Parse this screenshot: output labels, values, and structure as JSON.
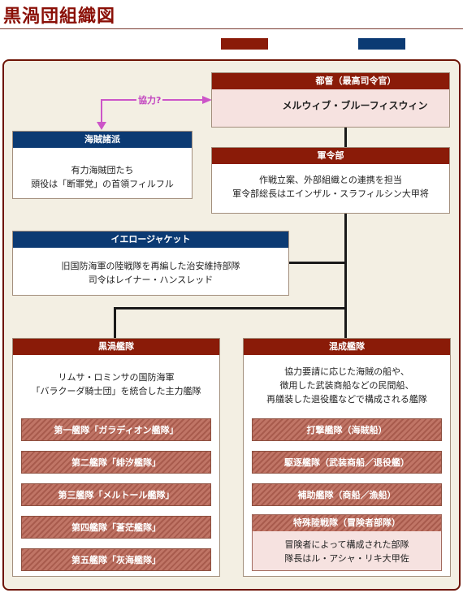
{
  "title": "黒渦団組織図",
  "legend": {
    "red_color": "#8a1b08",
    "blue_color": "#0b3a73"
  },
  "commander": {
    "title": "都督（最高司令官）",
    "name": "メルウィブ・ブルーフィスウィン",
    "portrait": "character-portrait"
  },
  "pirates": {
    "title": "海賊諸派",
    "lines": [
      "有力海賊団たち",
      "頭役は「断罪党」の首領フィルフル"
    ]
  },
  "cooperation_label": "協力?",
  "headquarters": {
    "title": "軍令部",
    "lines": [
      "作戦立案、外部組織との連携を担当",
      "軍令部総長はエインザル・スラフィルシン大甲将"
    ]
  },
  "yellow_jackets": {
    "title": "イエロージャケット",
    "lines": [
      "旧国防海軍の陸戦隊を再編した治安維持部隊",
      "司令はレイナー・ハンスレッド"
    ]
  },
  "black_fleet": {
    "title": "黒渦艦隊",
    "lines": [
      "リムサ・ロミンサの国防海軍",
      "「バラクーダ騎士団」を統合した主力艦隊"
    ],
    "fleets": [
      "第一艦隊「ガラディオン艦隊」",
      "第二艦隊「緋汐艦隊」",
      "第三艦隊「メルトール艦隊」",
      "第四艦隊「蒼茫艦隊」",
      "第五艦隊「灰海艦隊」"
    ]
  },
  "mixed_fleet": {
    "title": "混成艦隊",
    "lines": [
      "協力要請に応じた海賊の船や、",
      "徴用した武装商船などの民間船、",
      "再艤装した退役艦などで構成される艦隊"
    ],
    "fleets": [
      "打撃艦隊（海賊船）",
      "駆逐艦隊（武装商船／退役艦）",
      "補助艦隊（商船／漁船）"
    ],
    "special": {
      "title": "特殊陸戦隊（冒険者部隊）",
      "lines": [
        "冒険者によって構成された部隊",
        "隊長はル・アシャ・リキ大甲佐"
      ]
    }
  }
}
